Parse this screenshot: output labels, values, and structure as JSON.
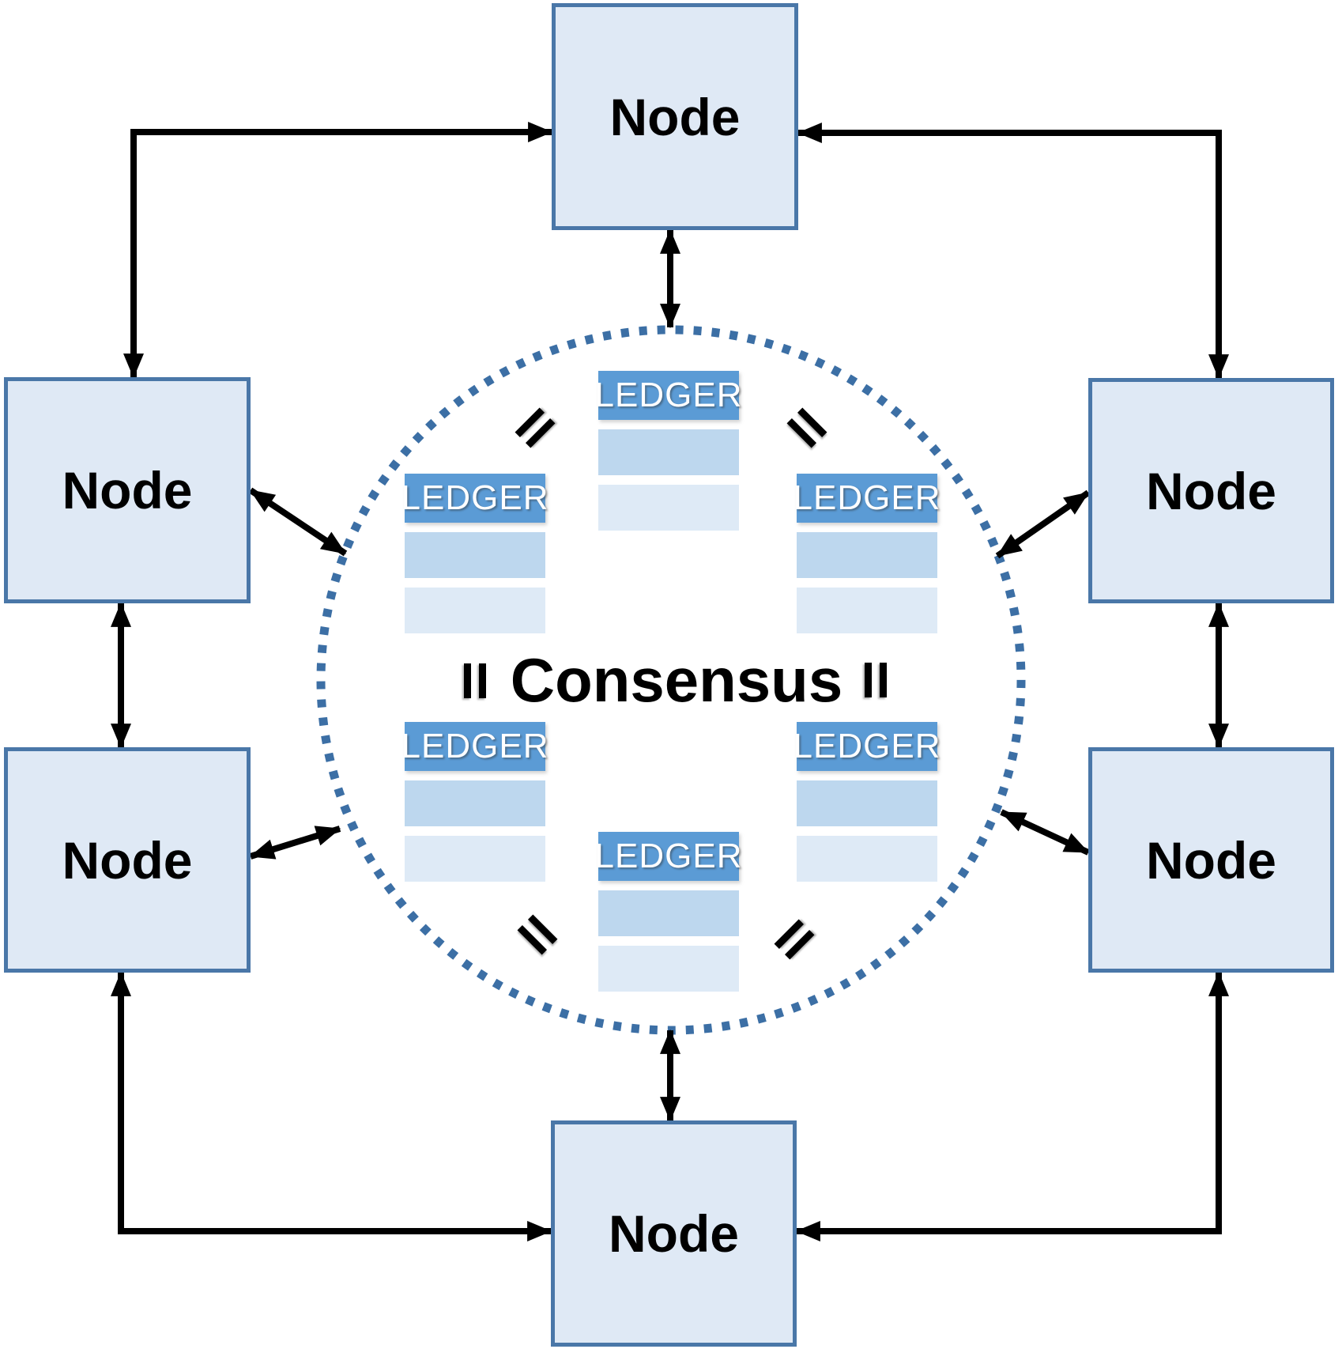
{
  "center": {
    "consensus_label": "Consensus"
  },
  "nodes": [
    {
      "id": "top",
      "label": "Node"
    },
    {
      "id": "upper-left",
      "label": "Node"
    },
    {
      "id": "upper-right",
      "label": "Node"
    },
    {
      "id": "lower-left",
      "label": "Node"
    },
    {
      "id": "lower-right",
      "label": "Node"
    },
    {
      "id": "bottom",
      "label": "Node"
    }
  ],
  "ledgers": [
    {
      "id": "top",
      "label": "LEDGER"
    },
    {
      "id": "upper-left",
      "label": "LEDGER"
    },
    {
      "id": "upper-right",
      "label": "LEDGER"
    },
    {
      "id": "lower-left",
      "label": "LEDGER"
    },
    {
      "id": "lower-right",
      "label": "LEDGER"
    },
    {
      "id": "bottom",
      "label": "LEDGER"
    }
  ],
  "equals_marks": [
    {
      "id": "top-left",
      "symbol": "="
    },
    {
      "id": "top-right",
      "symbol": "="
    },
    {
      "id": "middle-left",
      "symbol": "="
    },
    {
      "id": "middle-right",
      "symbol": "="
    },
    {
      "id": "bottom-left",
      "symbol": "="
    },
    {
      "id": "bottom-right",
      "symbol": "="
    }
  ],
  "colors": {
    "node_fill": "#DFE9F5",
    "node_border": "#4A77A8",
    "ledger_header": "#5B9BD5",
    "ledger_row_medium": "#BDD7EE",
    "ledger_row_light": "#DEEAF6",
    "arrow": "#000000",
    "dotted_circle": "#3C6FA5"
  }
}
